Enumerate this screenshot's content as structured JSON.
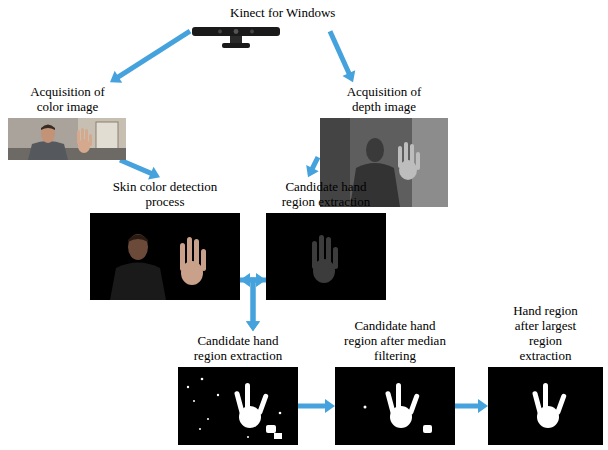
{
  "diagram": {
    "nodes": [
      {
        "text": [
          "Kinect for Windows"
        ]
      },
      {
        "text": [
          "Acquisition of color image"
        ]
      },
      {
        "text": [
          "Acquisition of depth image"
        ]
      },
      {
        "text": [
          "Skin color detection process"
        ]
      },
      {
        "text": [
          "Candidate hand region extraction"
        ]
      },
      {
        "text": [
          "Candidate hand region extraction"
        ]
      },
      {
        "text": [
          "Candidate hand region after median filtering"
        ]
      },
      {
        "text": [
          "Hand region after largest region extraction"
        ]
      }
    ],
    "edges": [
      {
        "from": 0,
        "to": 1,
        "arrow": "to"
      },
      {
        "from": 0,
        "to": 2,
        "arrow": "to"
      },
      {
        "from": 1,
        "to": 3,
        "arrow": "to"
      },
      {
        "from": 2,
        "to": 4,
        "arrow": "to"
      },
      {
        "from": 3,
        "to": 4,
        "arrow": "both"
      },
      {
        "from": 3,
        "to": 5,
        "arrow": "to"
      },
      {
        "from": 4,
        "to": 5,
        "arrow": "to"
      },
      {
        "from": 5,
        "to": 6,
        "arrow": "to"
      },
      {
        "from": 6,
        "to": 7,
        "arrow": "to"
      }
    ]
  }
}
